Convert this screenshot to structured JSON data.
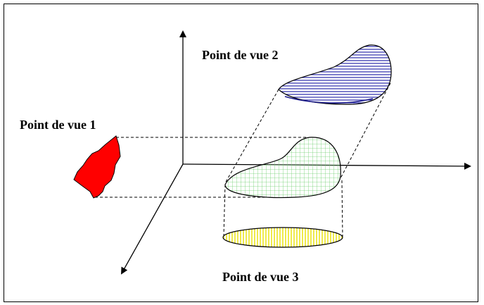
{
  "labels": {
    "view1": "Point de vue 1",
    "view2": "Point de vue 2",
    "view3": "Point de vue 3"
  },
  "colors": {
    "view1_fill": "#ff0000",
    "view2_hatch": "#3b3bb0",
    "view3_hatch": "#e8e000",
    "center_grid": "#6fd06f",
    "axis": "#000000"
  }
}
